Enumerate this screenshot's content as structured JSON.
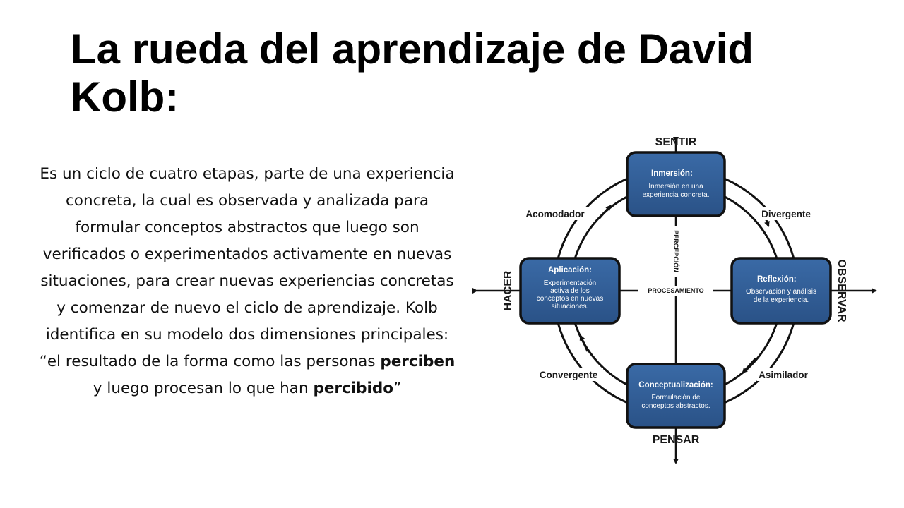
{
  "slide": {
    "title": "La rueda del aprendizaje de David Kolb:",
    "body": {
      "part1": "Es un ciclo de cuatro etapas, parte de una experiencia concreta, la cual es observada y analizada para formular conceptos abstractos que luego son verificados o experimentados activamente en nuevas situaciones, para crear nuevas experiencias concretas y comenzar de nuevo el ciclo de aprendizaje. Kolb identifica en su modelo dos dimensiones principales: “el resultado de la forma como las personas ",
      "bold1": "perciben",
      "part2": " y luego procesan lo que han ",
      "bold2": "percibido",
      "part3": "”"
    }
  },
  "diagram": {
    "colors": {
      "box_fill": "#2f5b92",
      "box_border": "#111111",
      "lines": "#111111"
    },
    "poles": {
      "top": "SENTIR",
      "bottom": "PENSAR",
      "left": "HACER",
      "right": "OBSERVAR"
    },
    "axes": {
      "vertical": "PERCEPCIÓN",
      "horizontal": "PROCESAMIENTO"
    },
    "boxes": {
      "top": {
        "title": "Inmersión:",
        "line1": "Inmersión en una",
        "line2": "experiencia concreta."
      },
      "right": {
        "title": "Reflexión:",
        "line1": "Observación y análisis",
        "line2": "de la experiencia."
      },
      "bottom": {
        "title": "Conceptualización:",
        "line1": "Formulación de",
        "line2": "conceptos abstractos."
      },
      "left": {
        "title": "Aplicación:",
        "line1": "Experimentación",
        "line2": "activa de los",
        "line3": "conceptos en nuevas",
        "line4": "situaciones."
      }
    },
    "styles": {
      "top_left": "Acomodador",
      "top_right": "Divergente",
      "bottom_right": "Asimilador",
      "bottom_left": "Convergente"
    }
  }
}
